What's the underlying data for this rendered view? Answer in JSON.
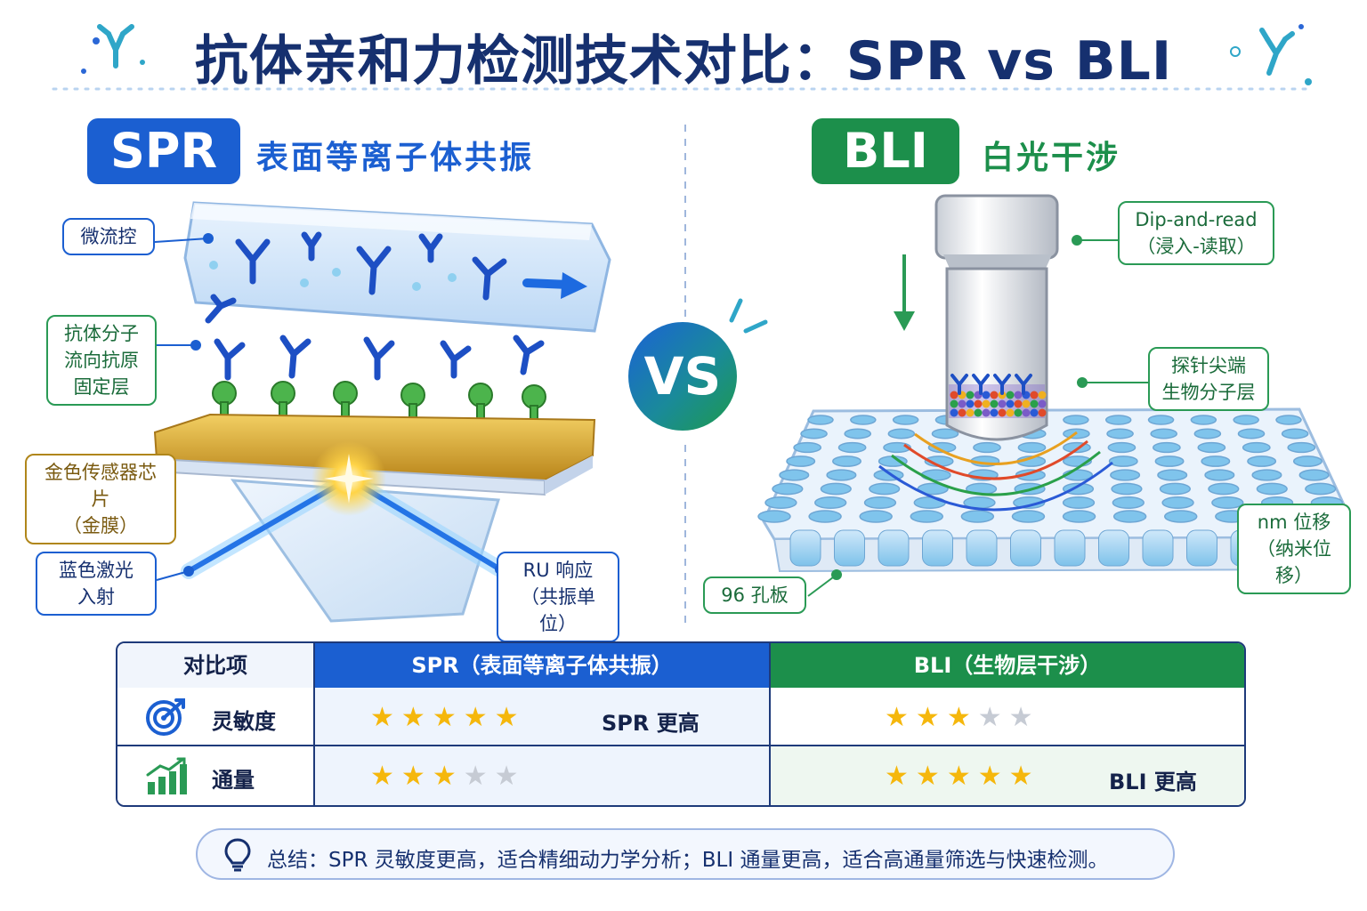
{
  "title": "抗体亲和力检测技术对比：SPR vs BLI",
  "spr": {
    "badge": "SPR",
    "subtitle": "表面等离子体共振",
    "callouts": {
      "microfluidic": "微流控",
      "antibody_line1": "抗体分子",
      "antibody_line2": "流向抗原",
      "antibody_line3": "固定层",
      "chip_line1": "金色传感器芯片",
      "chip_line2": "（金膜）",
      "laser_line1": "蓝色激光",
      "laser_line2": "入射",
      "ru_line1": "RU 响应",
      "ru_line2": "（共振单位）"
    }
  },
  "vs_label": "VS",
  "bli": {
    "badge": "BLI",
    "subtitle": "白光干涉",
    "callouts": {
      "dip_line1": "Dip-and-read",
      "dip_line2": "（浸入-读取）",
      "probe_line1": "探针尖端",
      "probe_line2": "生物分子层",
      "nm_line1": "nm 位移",
      "nm_line2": "（纳米位移）",
      "plate": "96 孔板"
    }
  },
  "table": {
    "headers": [
      "对比项",
      "SPR（表面等离子体共振）",
      "BLI（生物层干涉）"
    ],
    "rows": [
      {
        "label": "灵敏度",
        "icon": "target-icon",
        "spr_stars": 5,
        "spr_note": "SPR 更高",
        "bli_stars": 3,
        "bli_note": ""
      },
      {
        "label": "通量",
        "icon": "bar-chart-growth-icon",
        "spr_stars": 3,
        "spr_note": "",
        "bli_stars": 5,
        "bli_note": "BLI 更高"
      }
    ],
    "max_stars": 5
  },
  "summary": "总结：SPR 灵敏度更高，适合精细动力学分析；BLI 通量更高，适合高通量筛选与快速检测。",
  "colors": {
    "spr_blue": "#1b5fd1",
    "bli_green": "#1c8f4b",
    "gold": "#d9a92a",
    "star": "#f5b70c"
  }
}
